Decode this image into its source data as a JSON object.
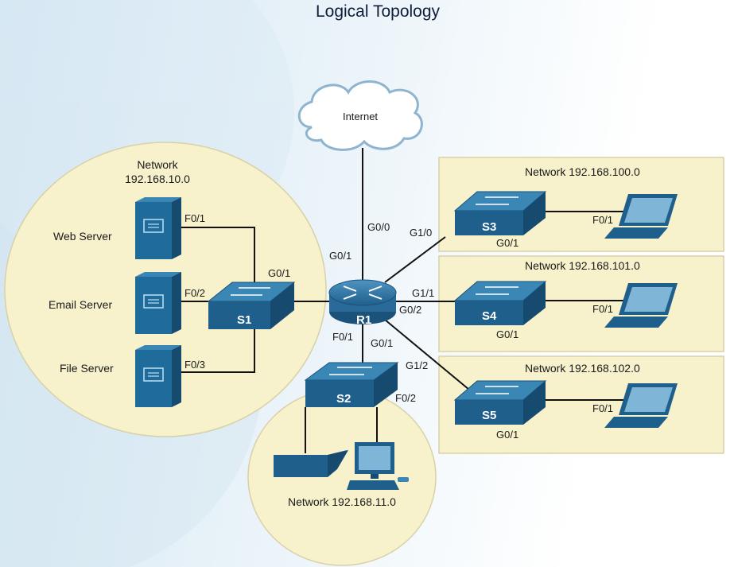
{
  "title": "Logical Topology",
  "cloud": {
    "label": "Internet"
  },
  "networks": {
    "n10_line1": "Network",
    "n10_line2": "192.168.10.0",
    "n11": "Network 192.168.11.0",
    "n100": "Network 192.168.100.0",
    "n101": "Network 192.168.101.0",
    "n102": "Network 192.168.102.0"
  },
  "servers": {
    "web": "Web Server",
    "email": "Email Server",
    "file": "File Server"
  },
  "devices": {
    "router": "R1",
    "s1": "S1",
    "s2": "S2",
    "s3": "S3",
    "s4": "S4",
    "s5": "S5"
  },
  "ports": {
    "web_f01": "F0/1",
    "email_f02": "F0/2",
    "file_f03": "F0/3",
    "s1_g01": "G0/1",
    "r1_g01_left": "G0/1",
    "r1_g00": "G0/0",
    "r1_g10": "G1/0",
    "r1_g11": "G1/1",
    "r1_g02": "G0/2",
    "r1_f01": "F0/1",
    "r1_g01_down": "G0/1",
    "r1_g12": "G1/2",
    "s2_f02": "F0/2",
    "s3_f01": "F0/1",
    "s3_g01": "G0/1",
    "s4_f01": "F0/1",
    "s4_g01": "G0/1",
    "s5_f01": "F0/1",
    "s5_g01": "G0/1"
  },
  "colors": {
    "device_blue": "#1f5f8b",
    "device_top": "#3a86b5",
    "network_fill": "#f7f1cc",
    "network_stroke": "#d8d1a8"
  }
}
